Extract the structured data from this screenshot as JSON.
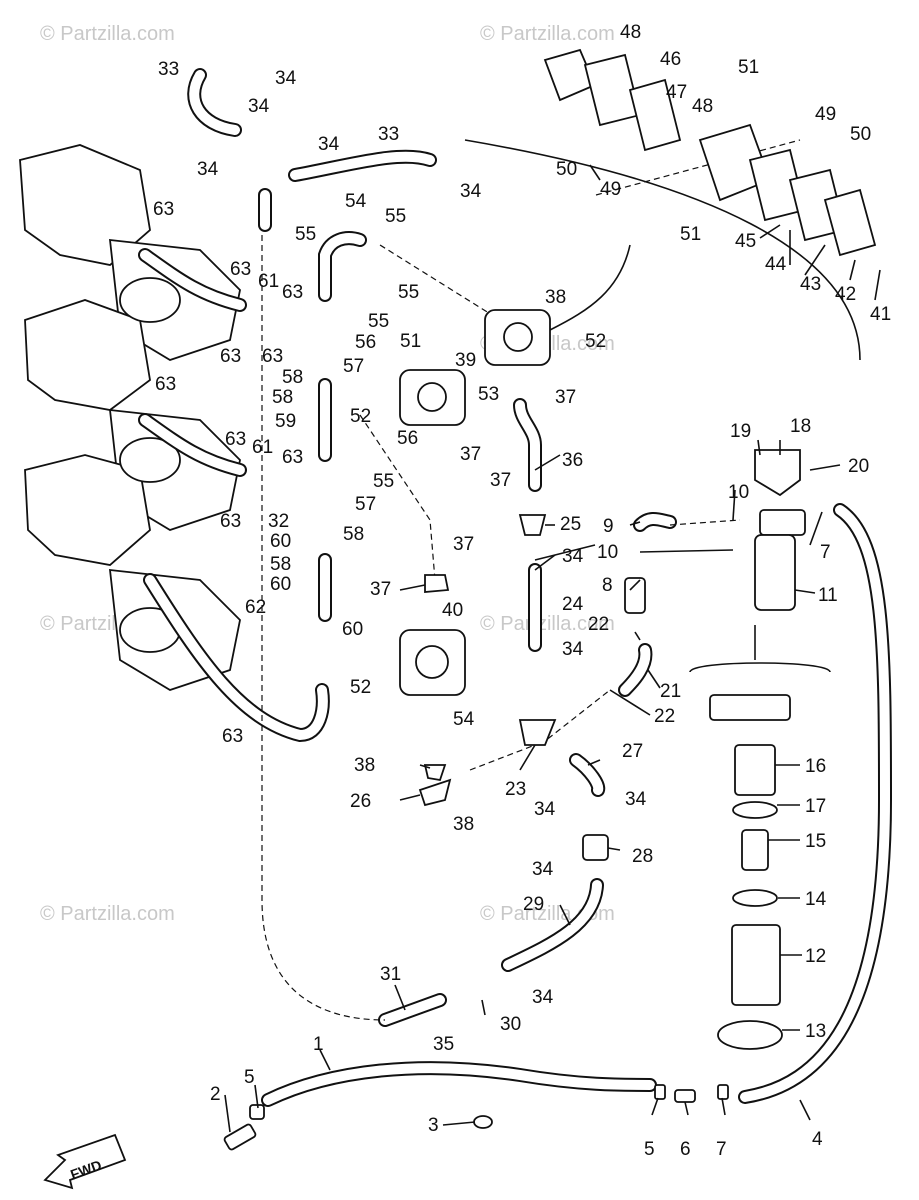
{
  "watermark": "© Partzilla.com",
  "fwd_label": "FWD",
  "callouts": [
    "1",
    "2",
    "3",
    "4",
    "5",
    "5",
    "6",
    "7",
    "7",
    "8",
    "9",
    "10",
    "10",
    "11",
    "12",
    "13",
    "14",
    "15",
    "16",
    "17",
    "18",
    "19",
    "20",
    "21",
    "22",
    "22",
    "23",
    "24",
    "25",
    "26",
    "27",
    "28",
    "29",
    "30",
    "31",
    "33",
    "33",
    "34",
    "34",
    "34",
    "34",
    "34",
    "34",
    "34",
    "34",
    "34",
    "34",
    "34",
    "35",
    "36",
    "37",
    "37",
    "37",
    "37",
    "37",
    "38",
    "38",
    "38",
    "39",
    "40",
    "41",
    "42",
    "43",
    "44",
    "45",
    "46",
    "47",
    "48",
    "48",
    "49",
    "49",
    "50",
    "50",
    "51",
    "51",
    "51",
    "52",
    "52",
    "52",
    "53",
    "54",
    "54",
    "55",
    "55",
    "55",
    "55",
    "55",
    "56",
    "56",
    "57",
    "57",
    "58",
    "58",
    "58",
    "58",
    "59",
    "60",
    "60",
    "60",
    "61",
    "61",
    "62",
    "63",
    "63",
    "63",
    "63",
    "63",
    "63",
    "63",
    "63",
    "63",
    "63",
    "32"
  ]
}
